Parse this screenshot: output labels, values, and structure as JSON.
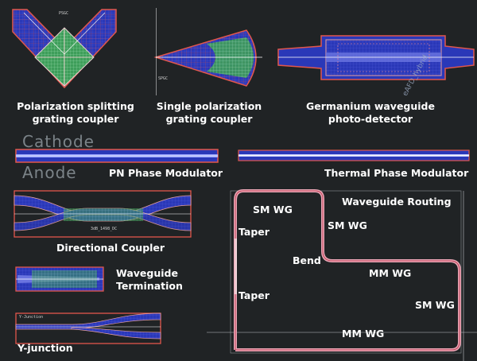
{
  "labels": {
    "psgc": "Polarization splitting\ngrating coupler",
    "spgc": "Single polarization\ngrating coupler",
    "ge_pd": "Germanium waveguide\nphoto-detector",
    "pn_mod": "PN Phase Modulator",
    "thermal_mod": "Thermal Phase Modulator",
    "dir_coupler": "Directional Coupler",
    "wg_term": "Waveguide\nTermination",
    "y_junction": "Y-junction",
    "wg_routing": "Waveguide Routing"
  },
  "routing_annotations": {
    "sm_wg_1": "SM WG",
    "taper_1": "Taper",
    "sm_wg_2": "SM WG",
    "bend": "Bend",
    "mm_wg_1": "MM WG",
    "taper_2": "Taper",
    "sm_wg_3": "SM WG",
    "mm_wg_2": "MM WG"
  },
  "faint_text": {
    "cathode": "Cathode",
    "anode": "Anode",
    "ge_overlay": "eAFD_hybrid"
  },
  "tiny_text": {
    "psgc_tag": "PSGC",
    "spgc_tag": "SPGC",
    "dc_tag": "3dB_1498_DC",
    "yj_tag": "Y-Junction"
  },
  "colors": {
    "background": "#202325",
    "red": "#e2574c",
    "blue": "#2c3cc8",
    "green": "#4fb06a",
    "pink": "#e9a6b6",
    "white": "#ffffff"
  }
}
